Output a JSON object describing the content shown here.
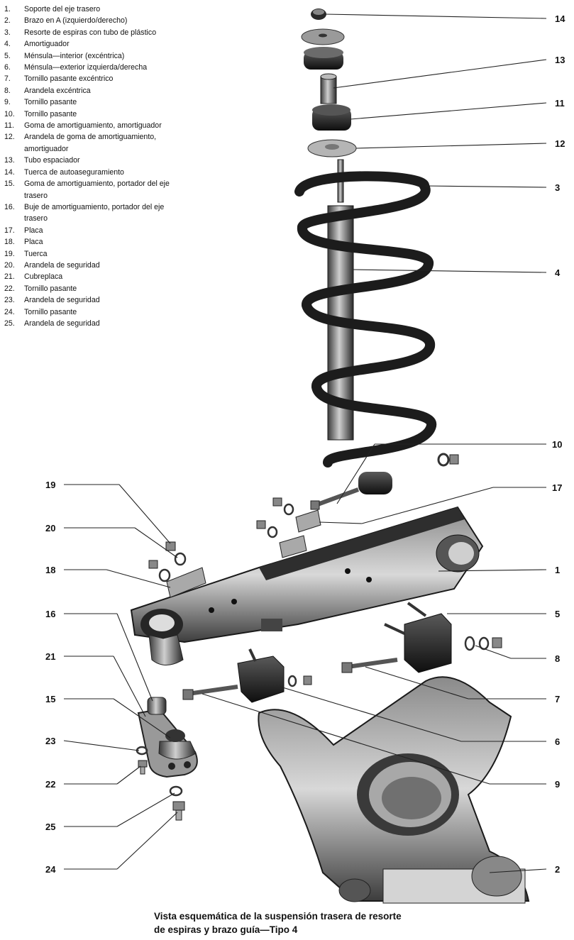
{
  "legend": [
    {
      "num": "1.",
      "text": "Soporte del eje trasero"
    },
    {
      "num": "2.",
      "text": "Brazo en A (izquierdo/derecho)"
    },
    {
      "num": "3.",
      "text": "Resorte de espiras con tubo de plástico"
    },
    {
      "num": "4.",
      "text": "Amortiguador"
    },
    {
      "num": "5.",
      "text": "Ménsula—interior (excéntrica)"
    },
    {
      "num": "6.",
      "text": "Ménsula—exterior izquierda/derecha"
    },
    {
      "num": "7.",
      "text": "Tornillo pasante excéntrico"
    },
    {
      "num": "8.",
      "text": "Arandela excéntrica"
    },
    {
      "num": "9.",
      "text": "Tornillo pasante"
    },
    {
      "num": "10.",
      "text": "Tornillo pasante"
    },
    {
      "num": "11.",
      "text": "Goma de amortiguamiento, amortiguador"
    },
    {
      "num": "12.",
      "text": "Arandela de goma de amortiguamiento, amortiguador"
    },
    {
      "num": "13.",
      "text": "Tubo espaciador"
    },
    {
      "num": "14.",
      "text": "Tuerca de autoaseguramiento"
    },
    {
      "num": "15.",
      "text": "Goma de amortiguamiento, portador del eje trasero"
    },
    {
      "num": "16.",
      "text": "Buje de amortiguamiento, portador del eje trasero"
    },
    {
      "num": "17.",
      "text": "Placa"
    },
    {
      "num": "18.",
      "text": "Placa"
    },
    {
      "num": "19.",
      "text": "Tuerca"
    },
    {
      "num": "20.",
      "text": "Arandela de seguridad"
    },
    {
      "num": "21.",
      "text": "Cubreplaca"
    },
    {
      "num": "22.",
      "text": "Tornillo pasante"
    },
    {
      "num": "23.",
      "text": "Arandela de seguridad"
    },
    {
      "num": "24.",
      "text": "Tornillo pasante"
    },
    {
      "num": "25.",
      "text": "Arandela de seguridad"
    }
  ],
  "callouts": {
    "c14": "14",
    "c13": "13",
    "c11": "11",
    "c12": "12",
    "c3": "3",
    "c4": "4",
    "c10": "10",
    "c17": "17",
    "c1": "1",
    "c5": "5",
    "c8": "8",
    "c7": "7",
    "c6": "6",
    "c9": "9",
    "c2": "2",
    "c19": "19",
    "c20": "20",
    "c18": "18",
    "c16": "16",
    "c21": "21",
    "c15": "15",
    "c23": "23",
    "c22": "22",
    "c25": "25",
    "c24": "24"
  },
  "caption": {
    "line1": "Vista esquemática de la suspensión trasera de resorte",
    "line2": "de espiras y brazo guía—Tipo 4"
  },
  "colors": {
    "part_dark": "#1c1c1c",
    "part_mid": "#6e6e6e",
    "part_light": "#bdbdbd",
    "line": "#222222"
  }
}
